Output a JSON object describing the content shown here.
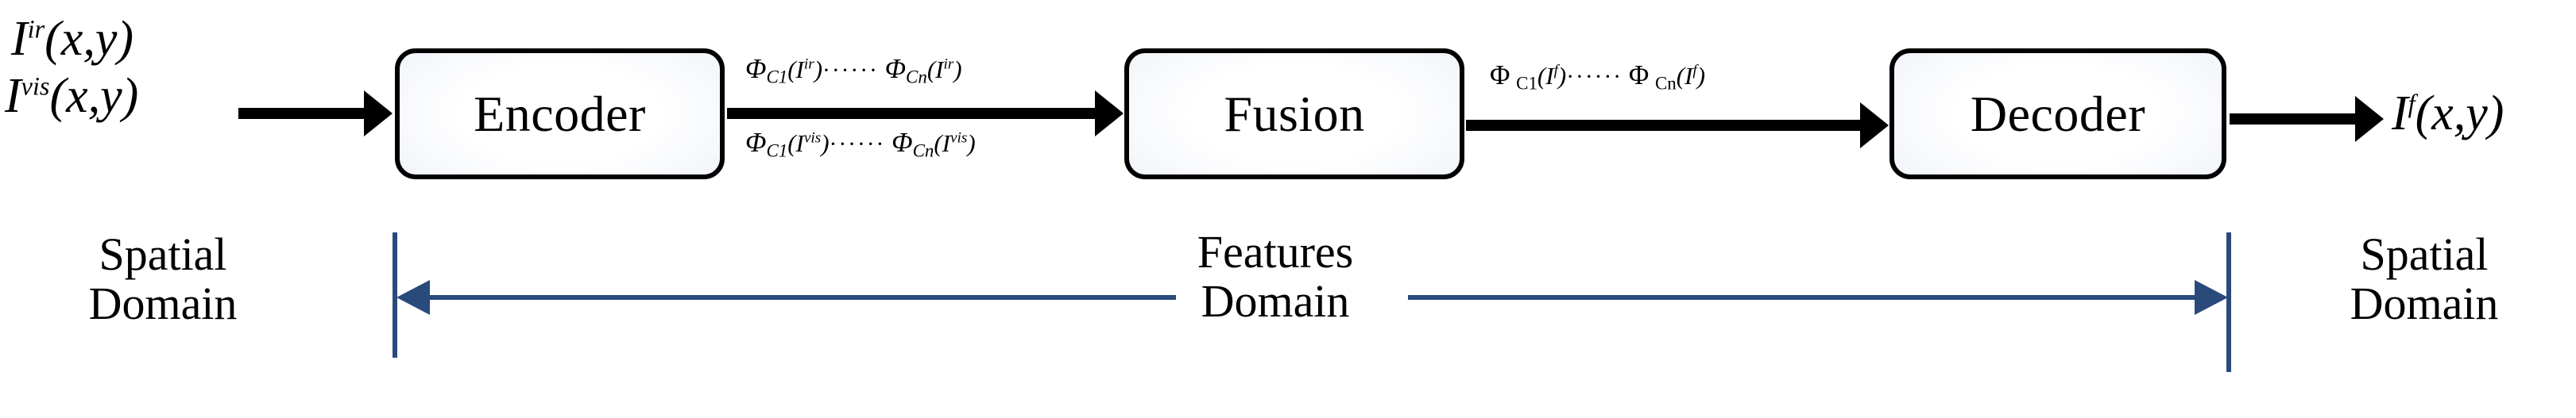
{
  "diagram": {
    "title": "Image fusion framework: Encoder / Fusion / Decoder pipeline",
    "accent_color": "#2a4a7b",
    "stroke_color": "#000000",
    "background": "#ffffff"
  },
  "inputs": {
    "ir": {
      "base": "I",
      "sup": "ir",
      "args": "(x,y)"
    },
    "vis": {
      "base": "I",
      "sup": "vis",
      "args": "(x,y)"
    }
  },
  "output": {
    "fused": {
      "base": "I",
      "sup": "f",
      "args": "(x,y)"
    }
  },
  "modules": [
    {
      "id": "encoder",
      "label": "Encoder"
    },
    {
      "id": "fusion",
      "label": "Fusion"
    },
    {
      "id": "decoder",
      "label": "Decoder"
    }
  ],
  "feature_labels": {
    "ir": {
      "first": {
        "phi": "Φ",
        "sub": "C1",
        "arg_base": "I",
        "arg_sup": "ir"
      },
      "dots": "······",
      "last": {
        "phi": "Φ",
        "sub": "Cn",
        "arg_base": "I",
        "arg_sup": "ir"
      }
    },
    "vis": {
      "first": {
        "phi": "Φ",
        "sub": "C1",
        "arg_base": "I",
        "arg_sup": "vis"
      },
      "dots": "······",
      "last": {
        "phi": "Φ",
        "sub": "Cn",
        "arg_base": "I",
        "arg_sup": "vis"
      }
    },
    "fused": {
      "first": {
        "phi": "Φ",
        "sub": "C1",
        "arg_base": "I",
        "arg_sup": "f"
      },
      "dots": "······",
      "last": {
        "phi": "Φ",
        "sub": "Cn",
        "arg_base": "I",
        "arg_sup": "f"
      }
    }
  },
  "domains": {
    "left": {
      "line1": "Spatial",
      "line2": "Domain"
    },
    "center": {
      "line1": "Features",
      "line2": "Domain"
    },
    "right": {
      "line1": "Spatial",
      "line2": "Domain"
    }
  }
}
